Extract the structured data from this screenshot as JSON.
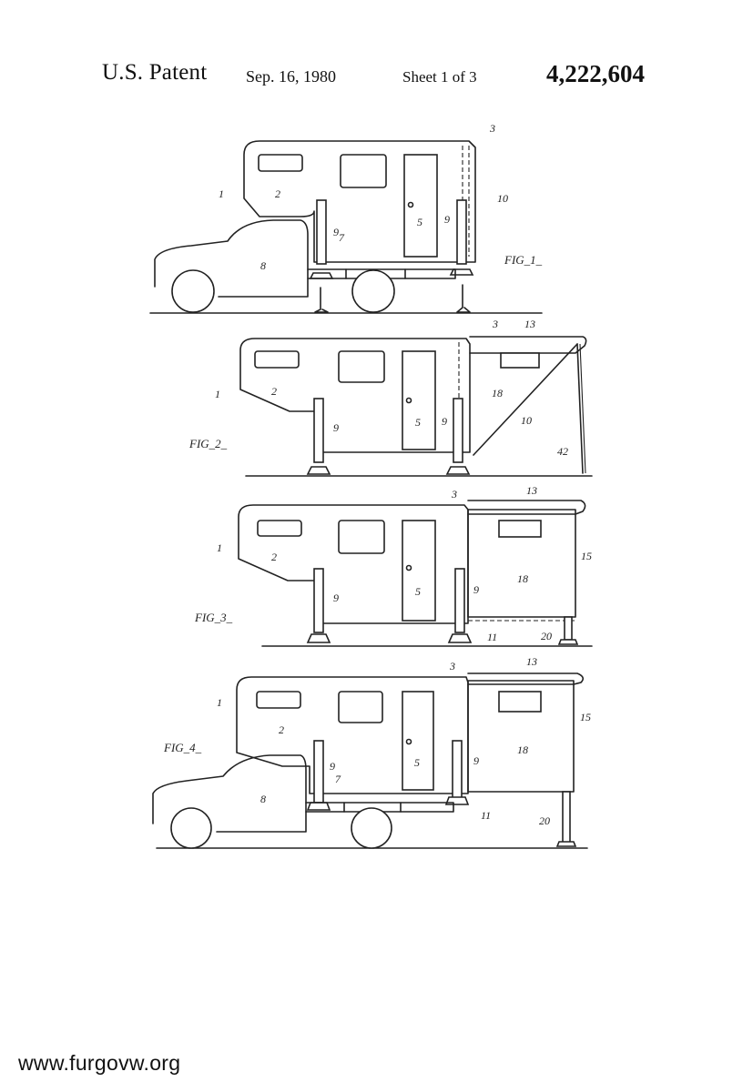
{
  "header": {
    "patent_label": "U.S. Patent",
    "date": "Sep. 16, 1980",
    "sheet": "Sheet 1 of 3",
    "patent_number": "4,222,604"
  },
  "figures": {
    "fig1": {
      "caption": "FIG_1_",
      "labels": {
        "n1": "1",
        "n2": "2",
        "n3": "3",
        "n5": "5",
        "n7": "7",
        "n8": "8",
        "n9a": "9",
        "n9b": "9",
        "n10": "10"
      }
    },
    "fig2": {
      "caption": "FIG_2_",
      "labels": {
        "n1": "1",
        "n2": "2",
        "n3": "3",
        "n5": "5",
        "n9a": "9",
        "n9b": "9",
        "n10": "10",
        "n13": "13",
        "n18": "18",
        "n42": "42"
      }
    },
    "fig3": {
      "caption": "FIG_3_",
      "labels": {
        "n1": "1",
        "n2": "2",
        "n3": "3",
        "n5": "5",
        "n9a": "9",
        "n9b": "9",
        "n11": "11",
        "n13": "13",
        "n15": "15",
        "n18": "18",
        "n20": "20"
      }
    },
    "fig4": {
      "caption": "FIG_4_",
      "labels": {
        "n1": "1",
        "n2": "2",
        "n3": "3",
        "n5": "5",
        "n7": "7",
        "n8": "8",
        "n9a": "9",
        "n9b": "9",
        "n11": "11",
        "n13": "13",
        "n15": "15",
        "n18": "18",
        "n20": "20"
      }
    }
  },
  "footer": {
    "watermark": "www.furgovw.org"
  }
}
